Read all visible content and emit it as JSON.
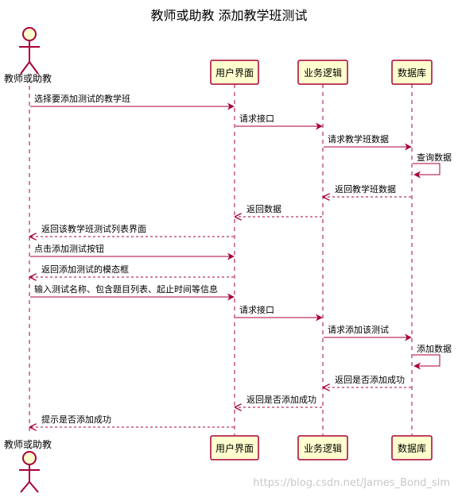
{
  "diagram": {
    "title": "教师或助教 添加教学班测试",
    "watermark": "https://blog.csdn.net/James_Bond_slm",
    "colors": {
      "line": "#A80036",
      "participant_fill": "#FEFECE",
      "participant_stroke": "#A80036",
      "actor_fill": "#FEFECE"
    },
    "actor": {
      "name": "教师或助教"
    },
    "participants": [
      {
        "name": "用户界面"
      },
      {
        "name": "业务逻辑"
      },
      {
        "name": "数据库"
      }
    ],
    "messages": [
      {
        "from": 0,
        "to": 1,
        "text": "选择要添加测试的教学班",
        "style": "solid"
      },
      {
        "from": 1,
        "to": 2,
        "text": "请求接口",
        "style": "solid"
      },
      {
        "from": 2,
        "to": 3,
        "text": "请求教学班数据",
        "style": "solid"
      },
      {
        "from": 3,
        "to": 3,
        "text": "查询数据",
        "style": "solid"
      },
      {
        "from": 3,
        "to": 2,
        "text": "返回教学班数据",
        "style": "dashed"
      },
      {
        "from": 2,
        "to": 1,
        "text": "返回数据",
        "style": "dashed"
      },
      {
        "from": 1,
        "to": 0,
        "text": "返回该教学班测试列表界面",
        "style": "dashed"
      },
      {
        "from": 0,
        "to": 1,
        "text": "点击添加测试按钮",
        "style": "solid"
      },
      {
        "from": 1,
        "to": 0,
        "text": "返回添加测试的模态框",
        "style": "dashed"
      },
      {
        "from": 0,
        "to": 1,
        "text": "输入测试名称、包含题目列表、起止时间等信息",
        "style": "solid"
      },
      {
        "from": 1,
        "to": 2,
        "text": "请求接口",
        "style": "solid"
      },
      {
        "from": 2,
        "to": 3,
        "text": "请求添加该测试",
        "style": "solid"
      },
      {
        "from": 3,
        "to": 3,
        "text": "添加数据",
        "style": "solid"
      },
      {
        "from": 3,
        "to": 2,
        "text": "返回是否添加成功",
        "style": "dashed"
      },
      {
        "from": 2,
        "to": 1,
        "text": "返回是否添加成功",
        "style": "dashed"
      },
      {
        "from": 1,
        "to": 0,
        "text": "提示是否添加成功",
        "style": "dashed"
      }
    ]
  }
}
